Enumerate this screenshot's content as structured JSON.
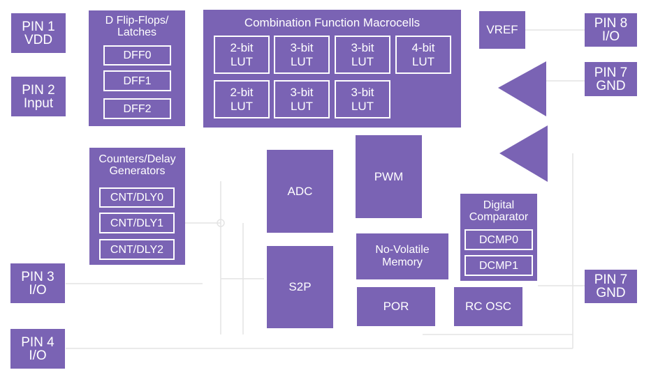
{
  "pins": {
    "pin1": [
      "PIN 1",
      "VDD"
    ],
    "pin2": [
      "PIN 2",
      "Input"
    ],
    "pin3": [
      "PIN 3",
      "I/O"
    ],
    "pin4": [
      "PIN 4",
      "I/O"
    ],
    "pin8": [
      "PIN 8",
      "I/O"
    ],
    "pin7a": [
      "PIN 7",
      "GND"
    ],
    "pin7b": [
      "PIN 7",
      "GND"
    ]
  },
  "dff": {
    "title": [
      "D Flip-Flops/",
      "Latches"
    ],
    "items": [
      "DFF0",
      "DFF1",
      "DFF2"
    ]
  },
  "cmf": {
    "title": "Combination Function Macrocells",
    "luts": [
      [
        "2-bit",
        "LUT"
      ],
      [
        "3-bit",
        "LUT"
      ],
      [
        "3-bit",
        "LUT"
      ],
      [
        "4-bit",
        "LUT"
      ],
      [
        "2-bit",
        "LUT"
      ],
      [
        "3-bit",
        "LUT"
      ],
      [
        "3-bit",
        "LUT"
      ]
    ]
  },
  "cnt": {
    "title": [
      "Counters/Delay",
      "Generators"
    ],
    "items": [
      "CNT/DLY0",
      "CNT/DLY1",
      "CNT/DLY2"
    ]
  },
  "blocks": {
    "vref": "VREF",
    "adc": "ADC",
    "pwm": "PWM",
    "s2p": "S2P",
    "nvm": [
      "No-Volatile",
      "Memory"
    ],
    "por": "POR",
    "rcosc": "RC OSC"
  },
  "dcmp": {
    "title": [
      "Digital",
      "Comparator"
    ],
    "items": [
      "DCMP0",
      "DCMP1"
    ]
  },
  "colors": {
    "block": "#7a63b4",
    "wire": "#e4e4e4",
    "background": "#ffffff"
  }
}
